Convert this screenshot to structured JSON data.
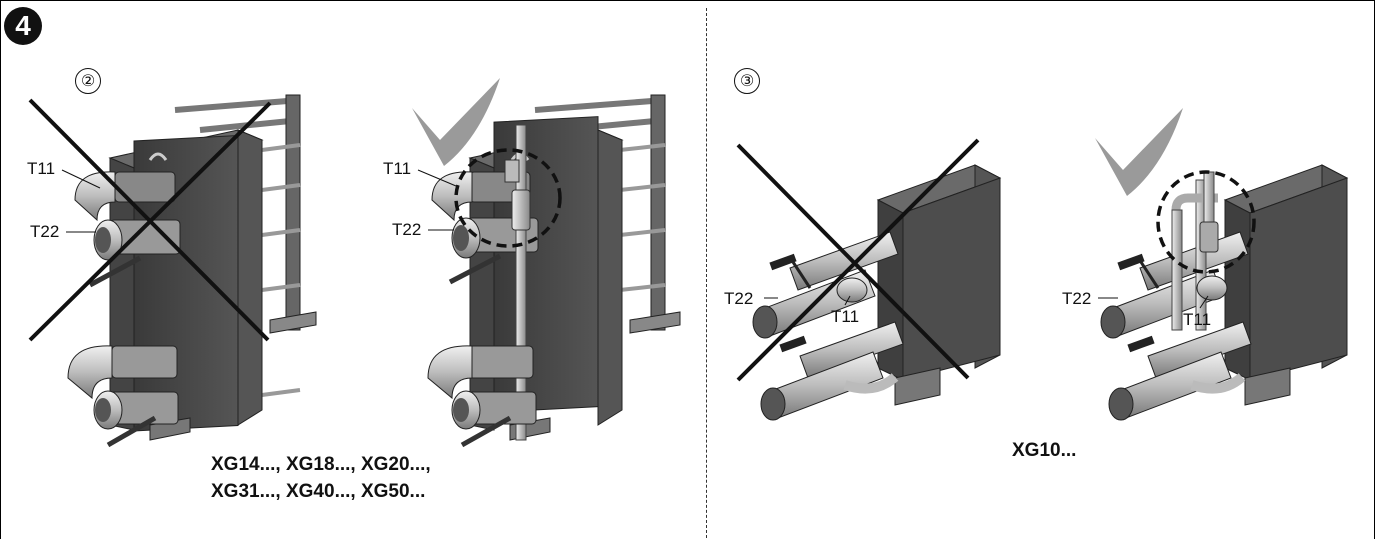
{
  "figure_number": "4",
  "left_panel": {
    "step": "②",
    "labels": {
      "t11_wrong": "T11",
      "t22_wrong": "T22",
      "t11_right": "T11",
      "t22_right": "T22"
    },
    "models_line1": "XG14..., XG18..., XG20...,",
    "models_line2": "XG31..., XG40..., XG50..."
  },
  "right_panel": {
    "step": "③",
    "labels": {
      "t22_wrong": "T22",
      "t11_wrong": "T11",
      "t22_right": "T22",
      "t11_right": "T11"
    },
    "models": "XG10..."
  },
  "colors": {
    "body": "#4a4a4a",
    "pipe": "#c8c8c8",
    "check": "#9a9a9a",
    "cross": "#111111"
  }
}
